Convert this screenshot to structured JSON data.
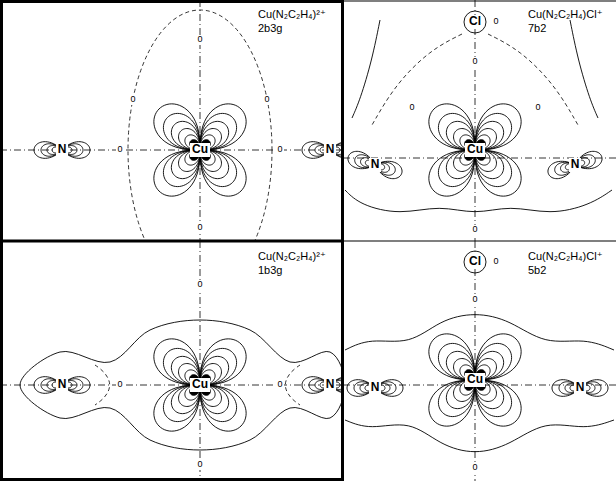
{
  "diagram": {
    "labels": [
      "Cu(N₂C₂H₄)²⁺",
      "2b3g",
      "N",
      "Cu",
      "N",
      "0",
      "0",
      "0",
      "0",
      "0",
      "0",
      "Cu(N₂C₂H₄)Cl⁺",
      "7b2",
      "Cl",
      "N",
      "Cu",
      "N",
      "0",
      "0",
      "0",
      "0",
      "0",
      "Cu(N₂C₂H₄)²⁺",
      "1b3g",
      "N",
      "Cu",
      "N",
      "0",
      "0",
      "0",
      "0",
      "Cu(N₂C₂H₄)Cl⁺",
      "5b2",
      "Cl",
      "N",
      "Cu",
      "N",
      "0",
      "0",
      "0"
    ]
  }
}
